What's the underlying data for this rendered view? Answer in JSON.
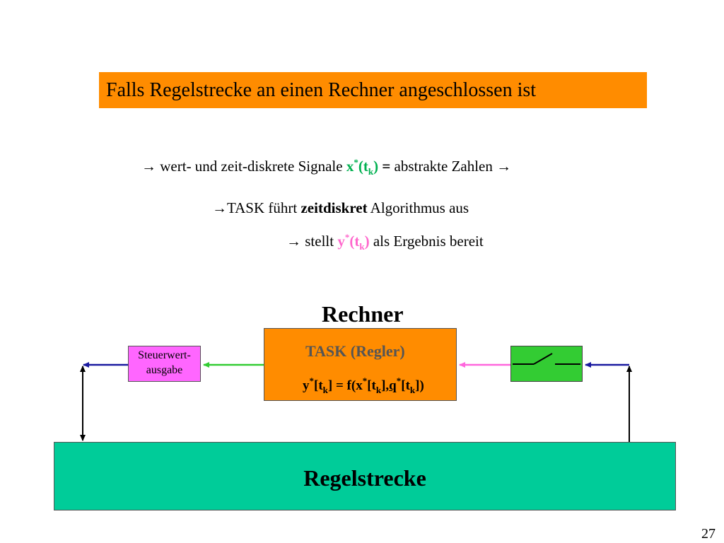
{
  "title": "Falls Regelstrecke an einen Rechner angeschlossen ist",
  "line1": {
    "arrow": "",
    "text_before": " wert- und zeit-diskrete Signale ",
    "var": "x",
    "sup": "*",
    "paren_open": "(t",
    "sub": "k",
    "paren_close": ")",
    "eq": " = ",
    "text_after": "abstrakte Zahlen ",
    "arrow_end": ""
  },
  "line2": {
    "arrow": "",
    "text_before": "TASK führt ",
    "bold_word": "zeitdiskret",
    "text_after": " Algorithmus aus"
  },
  "line3": {
    "arrow": "",
    "text_before": " stellt  ",
    "var": "y",
    "sup": "*",
    "paren_open": "(t",
    "sub": "k",
    "paren_close": ")",
    "text_after": " als Ergebnis bereit"
  },
  "diagram": {
    "rechner_label": "Rechner",
    "task_title": "TASK (Regler)",
    "formula": {
      "p1": "y",
      "s1": "*",
      "p2": "[t",
      "b1": "k",
      "p3": "] = f(x",
      "s2": "*",
      "p4": "[t",
      "b2": "k",
      "p5": "],",
      "q": "q",
      "s3": "*",
      "p6": "[t",
      "b3": "k",
      "p7": "])"
    },
    "steuer_label": "Steuerwert-ausgabe",
    "plant_label": "Regelstrecke"
  },
  "page_number": "27",
  "colors": {
    "title_bg": "#ff8c00",
    "task_bg": "#ff8c00",
    "steuer_bg": "#ff66ff",
    "switch_bg": "#33cc33",
    "plant_bg": "#00cc99",
    "green_text": "#00b050",
    "magenta_text": "#ff66cc",
    "blue_arrow": "#1a1aa0",
    "green_arrow": "#33cc33",
    "pink_arrow": "#ff66dd"
  }
}
